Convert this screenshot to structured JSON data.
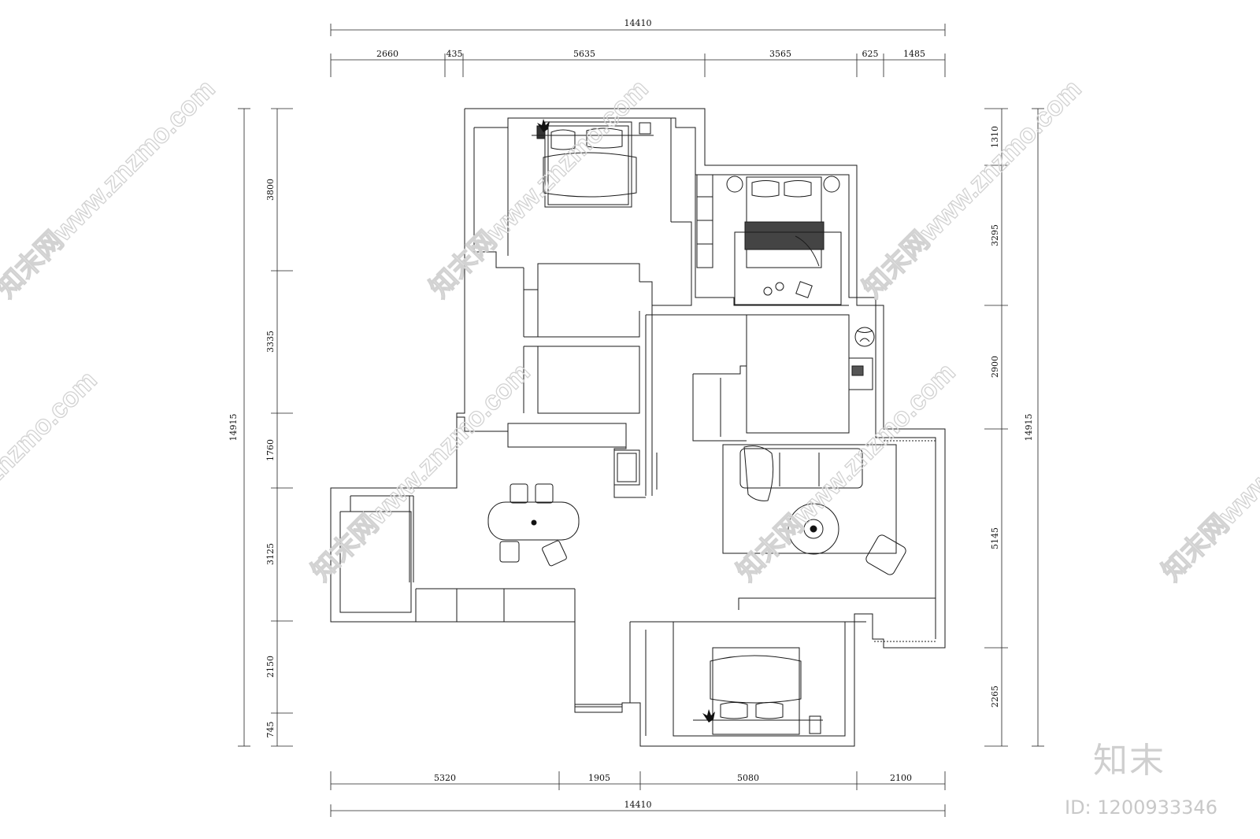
{
  "dimensions": {
    "top_total": "14410",
    "top_segments": [
      "2660",
      "435",
      "5635",
      "3565",
      "625",
      "1485"
    ],
    "bottom_total": "14410",
    "bottom_segments": [
      "5320",
      "1905",
      "5080",
      "2100"
    ],
    "left_total": "14915",
    "left_segments": [
      "3800",
      "3335",
      "1760",
      "3125",
      "2150",
      "745"
    ],
    "right_total": "14915",
    "right_segments": [
      "1310",
      "3295",
      "2900",
      "5145",
      "2265"
    ]
  },
  "watermark": {
    "site_text": "知末网www.znzmo.com",
    "brand_logo": "知末",
    "id_label": "ID: 1200933346"
  },
  "colors": {
    "line": "#1a1a1a",
    "watermark": "#d0d0d0"
  }
}
